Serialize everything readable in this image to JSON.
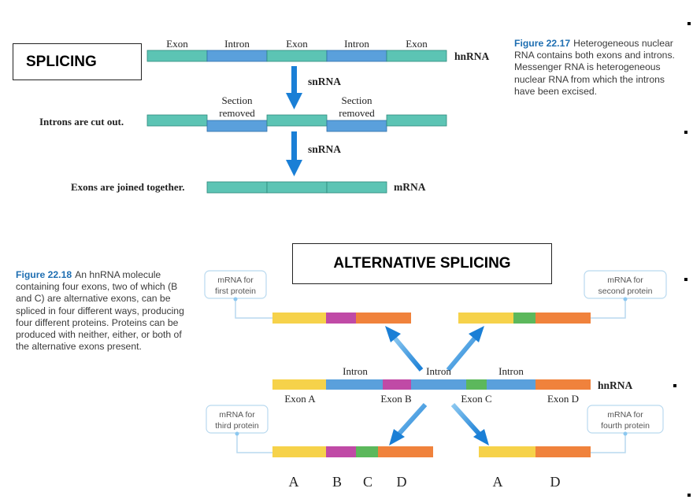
{
  "colors": {
    "exon_teal": "#5cc4b4",
    "intron_blue": "#5aa0dc",
    "exon_yellow": "#f6d24a",
    "exon_magenta": "#c04aa6",
    "exon_green": "#5cb85c",
    "exon_orange": "#f0823c",
    "arrow_blue": "#1a7fd6",
    "caption_blue": "#1f6fb2"
  },
  "splicing": {
    "title": "SPLICING",
    "hnrna_segments": [
      "Exon",
      "Intron",
      "Exon",
      "Intron",
      "Exon"
    ],
    "hnrna_label": "hnRNA",
    "snrna_label_1": "snRNA",
    "snrna_label_2": "snRNA",
    "section_removed_1": [
      "Section",
      "removed"
    ],
    "section_removed_2": [
      "Section",
      "removed"
    ],
    "step1_label": "Introns are cut out.",
    "step2_label": "Exons are joined together.",
    "mrna_label": "mRNA",
    "caption_figure": "Figure 22.17",
    "caption_text": "Heterogeneous nuclear RNA contains both exons and introns. Messenger RNA is heterogeneous nuclear RNA from which the introns have been excised."
  },
  "alternative": {
    "title": "ALTERNATIVE SPLICING",
    "caption_figure": "Figure 22.18",
    "caption_text": "An hnRNA molecule containing four exons, two of which (B and C) are alternative exons, can be spliced in four different ways, producing four different proteins. Proteins can be produced with neither, either, or both of the alternative exons present.",
    "callouts": {
      "first": [
        "mRNA for",
        "first protein"
      ],
      "second": [
        "mRNA for",
        "second protein"
      ],
      "third": [
        "mRNA for",
        "third protein"
      ],
      "fourth": [
        "mRNA for",
        "fourth protein"
      ]
    },
    "intron_labels": [
      "Intron",
      "Intron",
      "Intron"
    ],
    "exon_labels": [
      "Exon A",
      "Exon B",
      "Exon C",
      "Exon D"
    ],
    "hnrna_label": "hnRNA",
    "bottom_letters_left": [
      "A",
      "B",
      "C",
      "D"
    ],
    "bottom_letters_right": [
      "A",
      "D"
    ]
  }
}
